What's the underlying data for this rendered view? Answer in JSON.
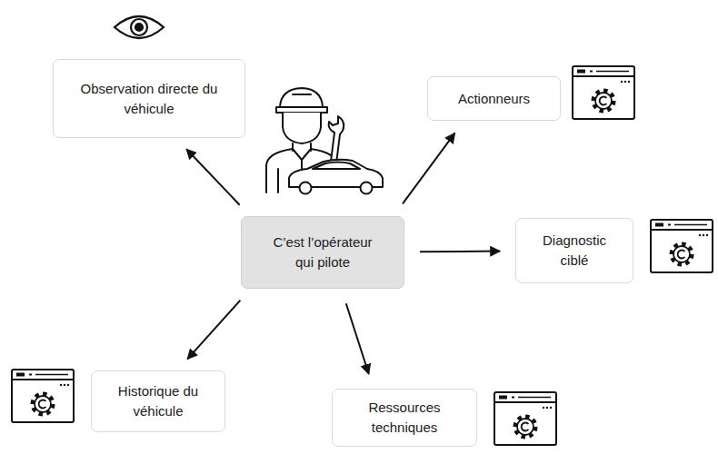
{
  "diagram": {
    "nodes": [
      {
        "text": [
          "Observation directe du véhicule"
        ]
      },
      {
        "text": [
          "Actionneurs"
        ]
      },
      {
        "text": [
          "C’est l’opérateur qui pilote"
        ]
      },
      {
        "text": [
          "Diagnostic ciblé"
        ]
      },
      {
        "text": [
          "Historique du véhicule"
        ]
      },
      {
        "text": [
          "Ressources techniques"
        ]
      }
    ],
    "edges": [
      {
        "from": 2,
        "to": 0,
        "arrow": "to"
      },
      {
        "from": 2,
        "to": 1,
        "arrow": "to"
      },
      {
        "from": 2,
        "to": 3,
        "arrow": "to"
      },
      {
        "from": 2,
        "to": 4,
        "arrow": "to"
      },
      {
        "from": 2,
        "to": 5,
        "arrow": "to"
      }
    ]
  }
}
